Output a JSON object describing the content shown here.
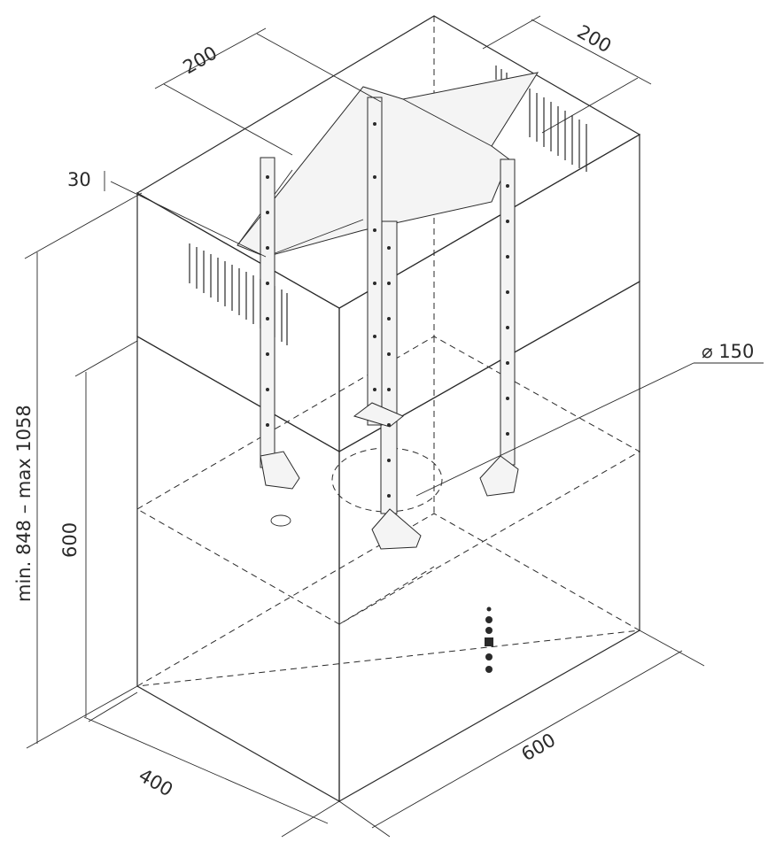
{
  "dimensions": {
    "top_width_left": "200",
    "top_width_right": "200",
    "collar_height": "30",
    "duct_diameter": "⌀ 150",
    "total_height": "min. 848 – max 1058",
    "body_height": "600",
    "depth": "400",
    "width": "600"
  },
  "colors": {
    "line": "#2a2a2a",
    "background": "#ffffff"
  },
  "icons": {
    "diameter_symbol": "diameter-icon",
    "control_buttons": "control-button-icon"
  }
}
